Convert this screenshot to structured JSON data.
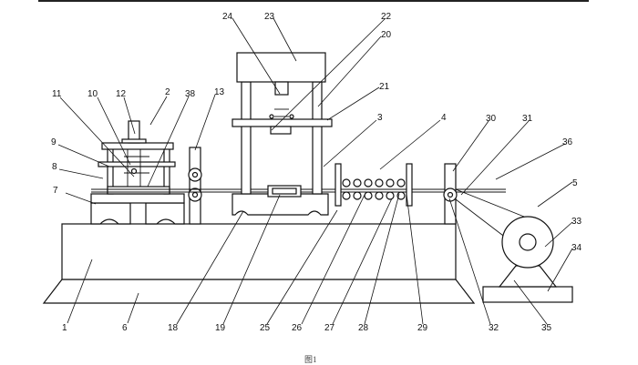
{
  "figure": {
    "caption": "图1",
    "labels": [
      {
        "id": "1",
        "text": "1"
      },
      {
        "id": "2",
        "text": "2"
      },
      {
        "id": "3",
        "text": "3"
      },
      {
        "id": "4",
        "text": "4"
      },
      {
        "id": "5",
        "text": "5"
      },
      {
        "id": "6",
        "text": "6"
      },
      {
        "id": "7",
        "text": "7"
      },
      {
        "id": "8",
        "text": "8"
      },
      {
        "id": "9",
        "text": "9"
      },
      {
        "id": "10",
        "text": "10"
      },
      {
        "id": "11",
        "text": "11"
      },
      {
        "id": "12",
        "text": "12"
      },
      {
        "id": "13",
        "text": "13"
      },
      {
        "id": "18",
        "text": "18"
      },
      {
        "id": "19",
        "text": "19"
      },
      {
        "id": "20",
        "text": "20"
      },
      {
        "id": "21",
        "text": "21"
      },
      {
        "id": "22",
        "text": "22"
      },
      {
        "id": "23",
        "text": "23"
      },
      {
        "id": "24",
        "text": "24"
      },
      {
        "id": "25",
        "text": "25"
      },
      {
        "id": "26",
        "text": "26"
      },
      {
        "id": "27",
        "text": "27"
      },
      {
        "id": "28",
        "text": "28"
      },
      {
        "id": "29",
        "text": "29"
      },
      {
        "id": "30",
        "text": "30"
      },
      {
        "id": "31",
        "text": "31"
      },
      {
        "id": "32",
        "text": "32"
      },
      {
        "id": "33",
        "text": "33"
      },
      {
        "id": "34",
        "text": "34"
      },
      {
        "id": "35",
        "text": "35"
      },
      {
        "id": "36",
        "text": "36"
      },
      {
        "id": "38",
        "text": "38"
      }
    ]
  }
}
